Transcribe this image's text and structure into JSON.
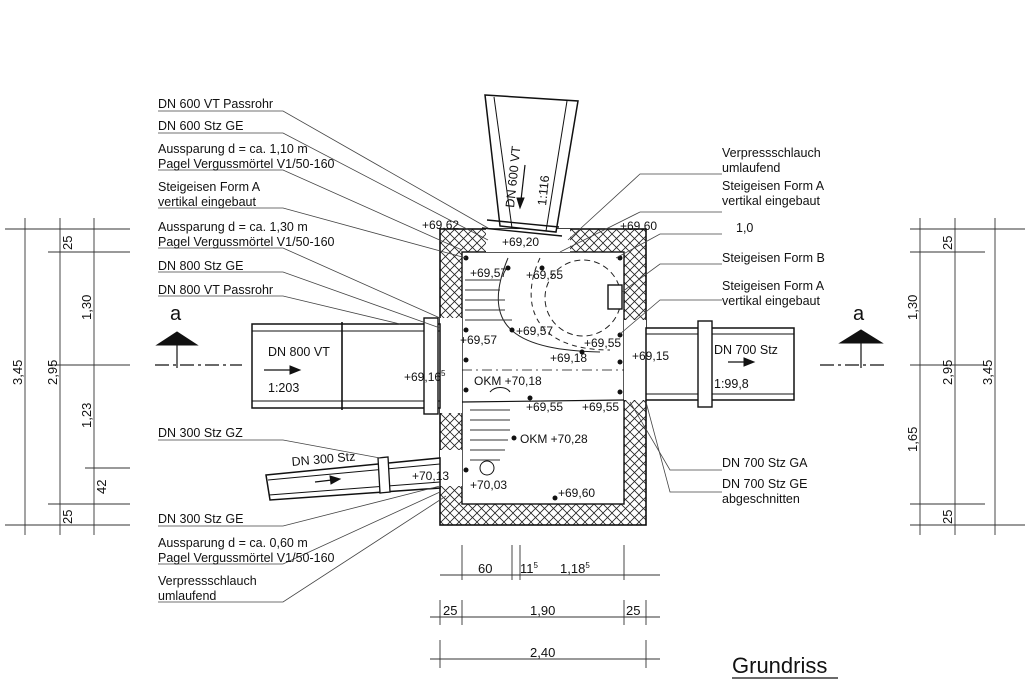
{
  "title": "Grundriss",
  "section_marker": "a",
  "left_labels": [
    {
      "id": "l1",
      "lines": [
        "DN 600 VT Passrohr"
      ]
    },
    {
      "id": "l2",
      "lines": [
        "DN 600 Stz GE"
      ]
    },
    {
      "id": "l3",
      "lines": [
        "Aussparung d = ca. 1,10 m",
        "Pagel Vergussmörtel V1/50-160"
      ]
    },
    {
      "id": "l4",
      "lines": [
        "Steigeisen Form A",
        "vertikal eingebaut"
      ]
    },
    {
      "id": "l5",
      "lines": [
        "Aussparung d = ca. 1,30 m",
        "Pagel Vergussmörtel V1/50-160"
      ]
    },
    {
      "id": "l6",
      "lines": [
        "DN 800 Stz GE"
      ]
    },
    {
      "id": "l7",
      "lines": [
        "DN 800 VT Passrohr"
      ]
    },
    {
      "id": "l8",
      "lines": [
        "DN 300 Stz GZ"
      ]
    },
    {
      "id": "l9",
      "lines": [
        "DN 300 Stz GE"
      ]
    },
    {
      "id": "l10",
      "lines": [
        "Aussparung d = ca. 0,60 m",
        "Pagel Vergussmörtel V1/50-160"
      ]
    },
    {
      "id": "l11",
      "lines": [
        "Verpressschlauch",
        "umlaufend"
      ]
    }
  ],
  "right_labels": [
    {
      "id": "r1",
      "lines": [
        "Verpressschlauch",
        "umlaufend"
      ]
    },
    {
      "id": "r2",
      "lines": [
        "Steigeisen Form A",
        "vertikal eingebaut"
      ]
    },
    {
      "id": "r3",
      "lines": [
        "1,0"
      ]
    },
    {
      "id": "r4",
      "lines": [
        "Steigeisen Form B"
      ]
    },
    {
      "id": "r5",
      "lines": [
        "Steigeisen Form A",
        "vertikal eingebaut"
      ]
    },
    {
      "id": "r6",
      "lines": [
        "DN 700 Stz GA"
      ]
    },
    {
      "id": "r7",
      "lines": [
        "DN 700 Stz GE",
        "abgeschnitten"
      ]
    }
  ],
  "pipes": {
    "top_name": "DN 600 VT",
    "top_slope": "1:116",
    "left_name": "DN 800 VT",
    "left_slope": "1:203",
    "right_name": "DN 700 Stz",
    "right_slope": "1:99,8",
    "small_name": "DN 300 Stz"
  },
  "levels": {
    "tl": "+69,62",
    "tr": "+69,60",
    "top_pipe": "+69,20",
    "a": "+69,57",
    "b": "+69,55",
    "c": "+69,57",
    "d": "+69,57",
    "e": "+69,55",
    "f": "+69,18",
    "g": "+69,15",
    "h": "+69,16",
    "h_sup": "5",
    "okm1": "OKM +70,18",
    "i": "+69,55",
    "j": "+69,55",
    "okm2": "OKM +70,28",
    "k": "+70,13",
    "l": "+70,03",
    "m": "+69,60"
  },
  "dims_left": {
    "outer": "3,45",
    "inner": "2,95",
    "s1": "25",
    "s2": "1,30",
    "s3": "1,23",
    "s4": "42",
    "s5": "25"
  },
  "dims_right": {
    "outer": "3,45",
    "inner": "2,95",
    "s1": "25",
    "s2": "1,30",
    "s3": "1,65",
    "s4": "25"
  },
  "dims_bottom": {
    "row1_a": "60",
    "row1_b": "11",
    "row1_b_sup": "5",
    "row1_c": "1,18",
    "row1_c_sup": "5",
    "row2_a": "25",
    "row2_b": "1,90",
    "row2_c": "25",
    "row3": "2,40"
  }
}
